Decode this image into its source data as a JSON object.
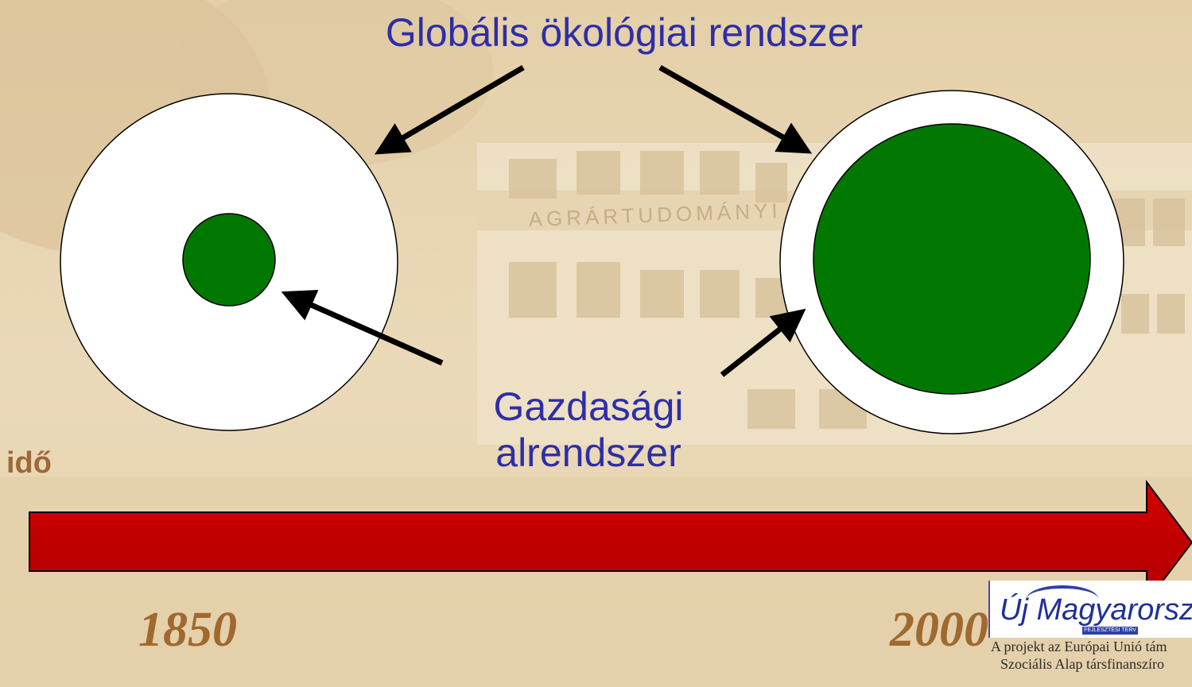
{
  "title": "Globális ökológiai rendszer",
  "subsystem_label_line1": "Gazdasági",
  "subsystem_label_line2": "alrendszer",
  "time_label": "idő",
  "year_start": "1850",
  "year_end": "2000",
  "background_sign": "AGRÁRTUDOMÁNYI",
  "logo": {
    "name": "Új Magyarország",
    "subtitle": "FEJLESZTÉSI TERV"
  },
  "footer_line1": "A projekt az Európai Unió tám",
  "footer_line2": "Szociális Alap társfinanszíro",
  "colors": {
    "title_text": "#2e2ea6",
    "green": "#007800",
    "arrow_red": "#c80000",
    "year_text": "#a0692f"
  }
}
